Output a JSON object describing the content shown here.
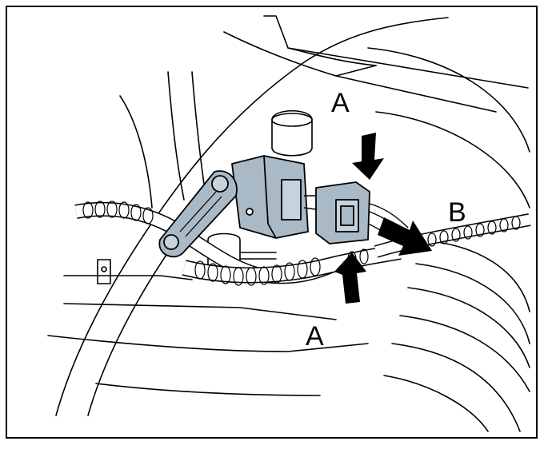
{
  "figure": {
    "labels": {
      "a_top": "A",
      "a_bottom": "A",
      "b": "B"
    },
    "colors": {
      "line": "#000000",
      "part_fill": "#a9b9c5",
      "background": "#ffffff"
    },
    "icons": [
      "level-sensor-icon",
      "electrical-connector-icon",
      "press-arrow-icon",
      "pull-arrow-icon"
    ]
  }
}
